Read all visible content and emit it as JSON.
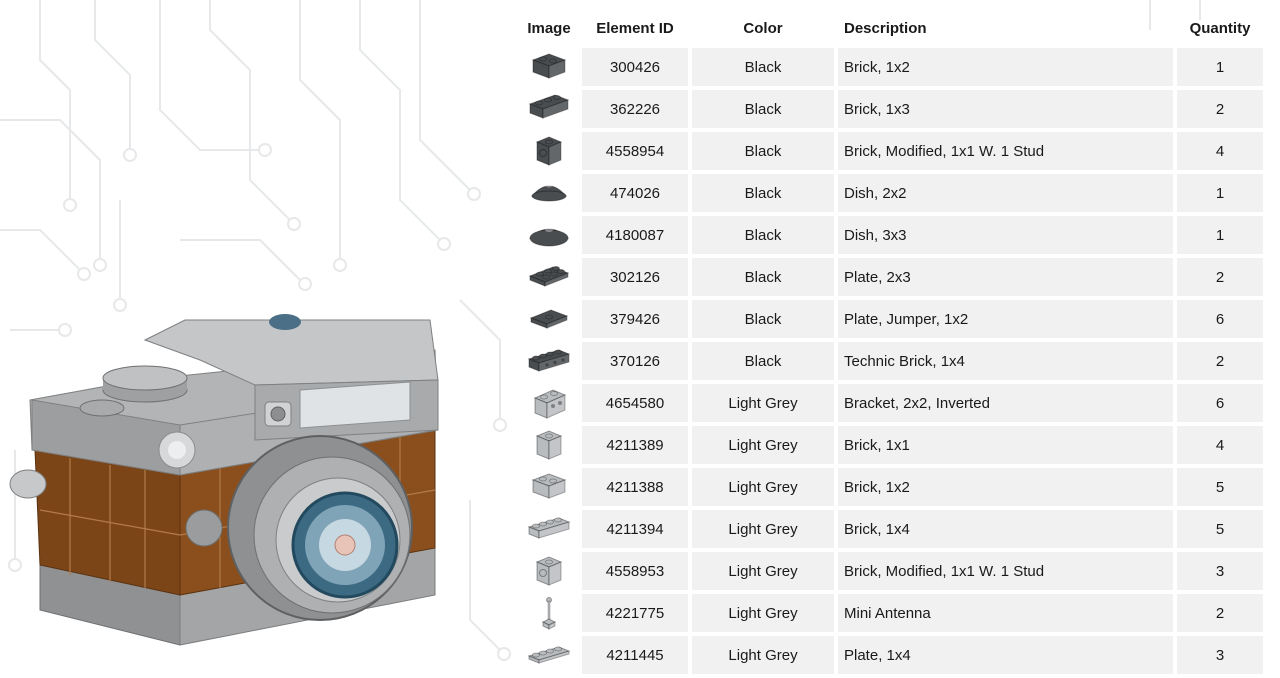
{
  "table": {
    "headers": {
      "image": "Image",
      "element_id": "Element ID",
      "color": "Color",
      "description": "Description",
      "quantity": "Quantity"
    },
    "rows": [
      {
        "icon": "brick-1x2-icon",
        "element_id": "300426",
        "color": "Black",
        "description": "Brick, 1x2",
        "quantity": "1"
      },
      {
        "icon": "brick-1x3-icon",
        "element_id": "362226",
        "color": "Black",
        "description": "Brick, 1x3",
        "quantity": "2"
      },
      {
        "icon": "brick-modified-1x1-stud-icon",
        "element_id": "4558954",
        "color": "Black",
        "description": "Brick, Modified, 1x1 W. 1 Stud",
        "quantity": "4"
      },
      {
        "icon": "dish-2x2-icon",
        "element_id": "474026",
        "color": "Black",
        "description": "Dish, 2x2",
        "quantity": "1"
      },
      {
        "icon": "dish-3x3-icon",
        "element_id": "4180087",
        "color": "Black",
        "description": "Dish, 3x3",
        "quantity": "1"
      },
      {
        "icon": "plate-2x3-icon",
        "element_id": "302126",
        "color": "Black",
        "description": "Plate, 2x3",
        "quantity": "2"
      },
      {
        "icon": "plate-jumper-1x2-icon",
        "element_id": "379426",
        "color": "Black",
        "description": "Plate, Jumper, 1x2",
        "quantity": "6"
      },
      {
        "icon": "technic-brick-1x4-icon",
        "element_id": "370126",
        "color": "Black",
        "description": "Technic Brick, 1x4",
        "quantity": "2"
      },
      {
        "icon": "bracket-2x2-inverted-icon",
        "element_id": "4654580",
        "color": "Light Grey",
        "description": "Bracket, 2x2, Inverted",
        "quantity": "6"
      },
      {
        "icon": "brick-1x1-icon",
        "element_id": "4211389",
        "color": "Light Grey",
        "description": "Brick, 1x1",
        "quantity": "4"
      },
      {
        "icon": "brick-1x2-icon",
        "element_id": "4211388",
        "color": "Light Grey",
        "description": "Brick, 1x2",
        "quantity": "5"
      },
      {
        "icon": "brick-1x4-icon",
        "element_id": "4211394",
        "color": "Light Grey",
        "description": "Brick, 1x4",
        "quantity": "5"
      },
      {
        "icon": "brick-modified-1x1-stud-icon",
        "element_id": "4558953",
        "color": "Light Grey",
        "description": "Brick, Modified, 1x1 W. 1 Stud",
        "quantity": "3"
      },
      {
        "icon": "mini-antenna-icon",
        "element_id": "4221775",
        "color": "Light Grey",
        "description": "Mini Antenna",
        "quantity": "2"
      },
      {
        "icon": "plate-1x4-icon",
        "element_id": "4211445",
        "color": "Light Grey",
        "description": "Plate, 1x4",
        "quantity": "3"
      }
    ]
  },
  "colors": {
    "Black": "#4a4d50",
    "Light Grey": "#b9bcbf",
    "camera_leather": "#7b4518",
    "camera_body": "#a4a6a8",
    "lens_glass": "#3d6a83"
  }
}
